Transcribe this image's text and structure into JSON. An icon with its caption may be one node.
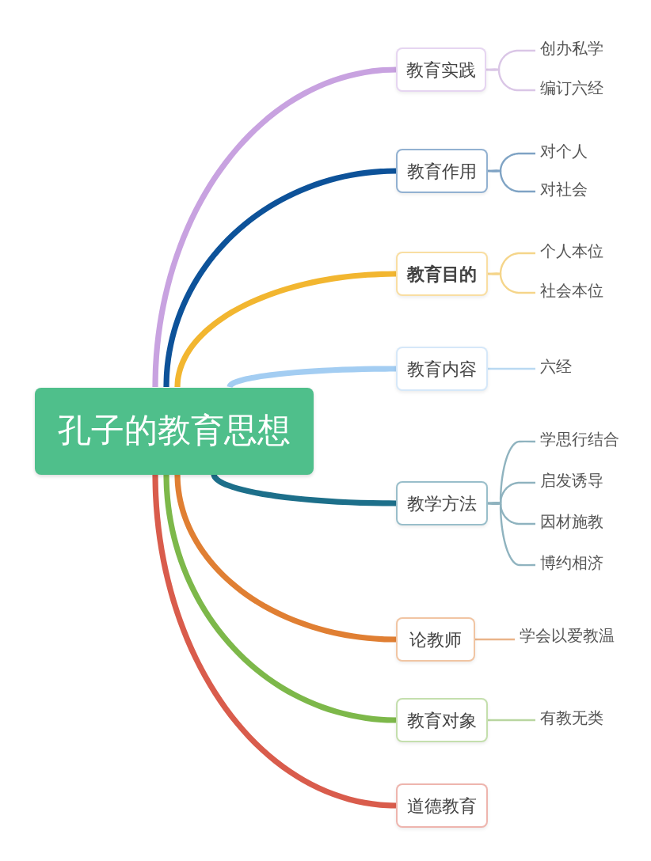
{
  "diagram": {
    "nodes": [
      {
        "text": [
          "孔子的教育思想"
        ]
      },
      {
        "text": [
          "教育实践"
        ]
      },
      {
        "text": [
          "创办私学"
        ]
      },
      {
        "text": [
          "编订六经"
        ]
      },
      {
        "text": [
          "教育作用"
        ]
      },
      {
        "text": [
          "对个人"
        ]
      },
      {
        "text": [
          "对社会"
        ]
      },
      {
        "text": [
          "教育目的"
        ]
      },
      {
        "text": [
          "个人本位"
        ]
      },
      {
        "text": [
          "社会本位"
        ]
      },
      {
        "text": [
          "教育内容"
        ]
      },
      {
        "text": [
          "六经"
        ]
      },
      {
        "text": [
          "教学方法"
        ]
      },
      {
        "text": [
          "学思行结合"
        ]
      },
      {
        "text": [
          "启发诱导"
        ]
      },
      {
        "text": [
          "因材施教"
        ]
      },
      {
        "text": [
          "博约相济"
        ]
      },
      {
        "text": [
          "论教师"
        ]
      },
      {
        "text": [
          "学会以爱教温"
        ]
      },
      {
        "text": [
          "教育对象"
        ]
      },
      {
        "text": [
          "有教无类"
        ]
      },
      {
        "text": [
          "道德教育"
        ]
      }
    ],
    "edges": [
      {
        "from": 0,
        "to": 1,
        "arrow": "none",
        "style": "thick",
        "color": "#c8a2e0"
      },
      {
        "from": 0,
        "to": 4,
        "arrow": "none",
        "style": "thick",
        "color": "#0d5299"
      },
      {
        "from": 0,
        "to": 7,
        "arrow": "none",
        "style": "thick",
        "color": "#f2b630"
      },
      {
        "from": 0,
        "to": 10,
        "arrow": "none",
        "style": "thick",
        "color": "#a3cdf2"
      },
      {
        "from": 0,
        "to": 12,
        "arrow": "none",
        "style": "thick",
        "color": "#1d6f8a"
      },
      {
        "from": 0,
        "to": 17,
        "arrow": "none",
        "style": "thick",
        "color": "#e07f33"
      },
      {
        "from": 0,
        "to": 19,
        "arrow": "none",
        "style": "thick",
        "color": "#7db84a"
      },
      {
        "from": 0,
        "to": 21,
        "arrow": "none",
        "style": "thick",
        "color": "#d95c4c"
      },
      {
        "from": 1,
        "to": 2,
        "arrow": "none",
        "color": "#dac6e6"
      },
      {
        "from": 1,
        "to": 3,
        "arrow": "none",
        "color": "#dac6e6"
      },
      {
        "from": 4,
        "to": 5,
        "arrow": "none",
        "color": "#7fa3c4"
      },
      {
        "from": 4,
        "to": 6,
        "arrow": "none",
        "color": "#7fa3c4"
      },
      {
        "from": 7,
        "to": 8,
        "arrow": "none",
        "color": "#f5d58a"
      },
      {
        "from": 7,
        "to": 9,
        "arrow": "none",
        "color": "#f5d58a"
      },
      {
        "from": 10,
        "to": 11,
        "arrow": "none",
        "color": "#b9d9f2"
      },
      {
        "from": 12,
        "to": 13,
        "arrow": "none",
        "color": "#8fb3bf"
      },
      {
        "from": 12,
        "to": 14,
        "arrow": "none",
        "color": "#8fb3bf"
      },
      {
        "from": 12,
        "to": 15,
        "arrow": "none",
        "color": "#8fb3bf"
      },
      {
        "from": 12,
        "to": 16,
        "arrow": "none",
        "color": "#8fb3bf"
      },
      {
        "from": 17,
        "to": 18,
        "arrow": "none",
        "color": "#e9b48a"
      },
      {
        "from": 19,
        "to": 20,
        "arrow": "none",
        "color": "#b9d6a0"
      }
    ]
  }
}
